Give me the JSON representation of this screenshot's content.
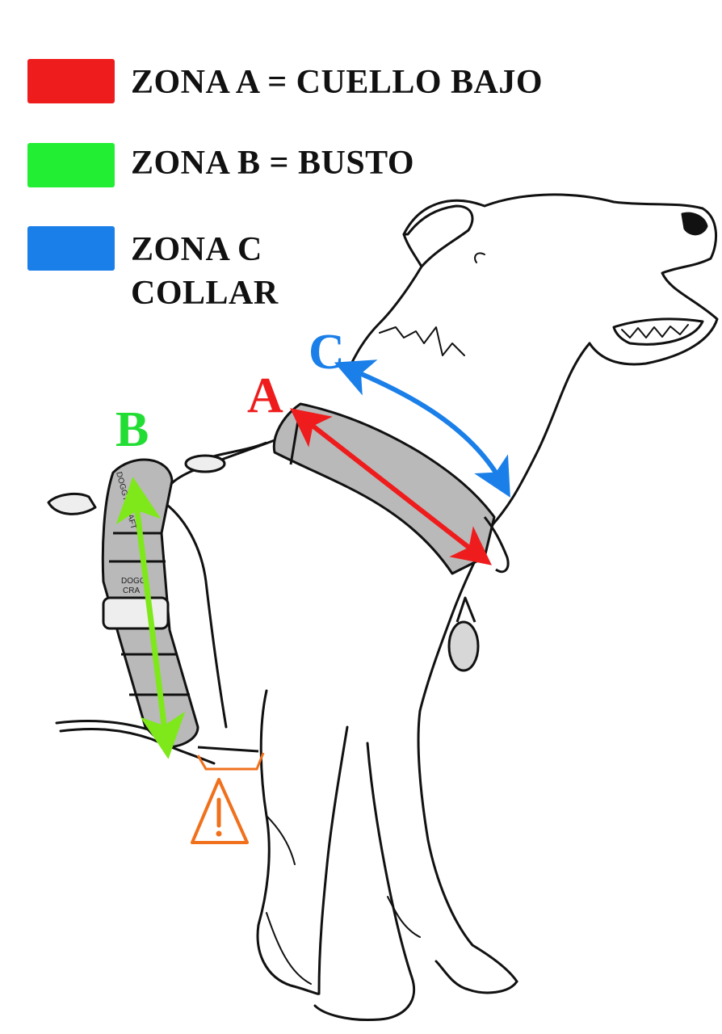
{
  "legend": [
    {
      "key": "a",
      "text": "ZONA A = CUELLO BAJO",
      "color": "#ee1c1c"
    },
    {
      "key": "b",
      "text": "ZONA B = BUSTO",
      "color": "#22ee33"
    },
    {
      "key": "c_line1",
      "text": "ZONA C",
      "color": "#1a7fe8"
    },
    {
      "key": "c_line2",
      "text": "COLLAR"
    }
  ],
  "labels": {
    "a": "A",
    "b": "B",
    "c": "C",
    "brand1": "DOGGY CRAFT",
    "brand2": "DOGG",
    "brand3": "CRA"
  },
  "colors": {
    "zone_a": "#ee1c1c",
    "zone_b": "#7ee81a",
    "zone_b_label": "#22dd33",
    "zone_c": "#1a7fe8",
    "warning": "#f0701c",
    "ink": "#111111",
    "strap": "#b9b9b9"
  },
  "icons": [
    "warning-triangle-icon"
  ]
}
